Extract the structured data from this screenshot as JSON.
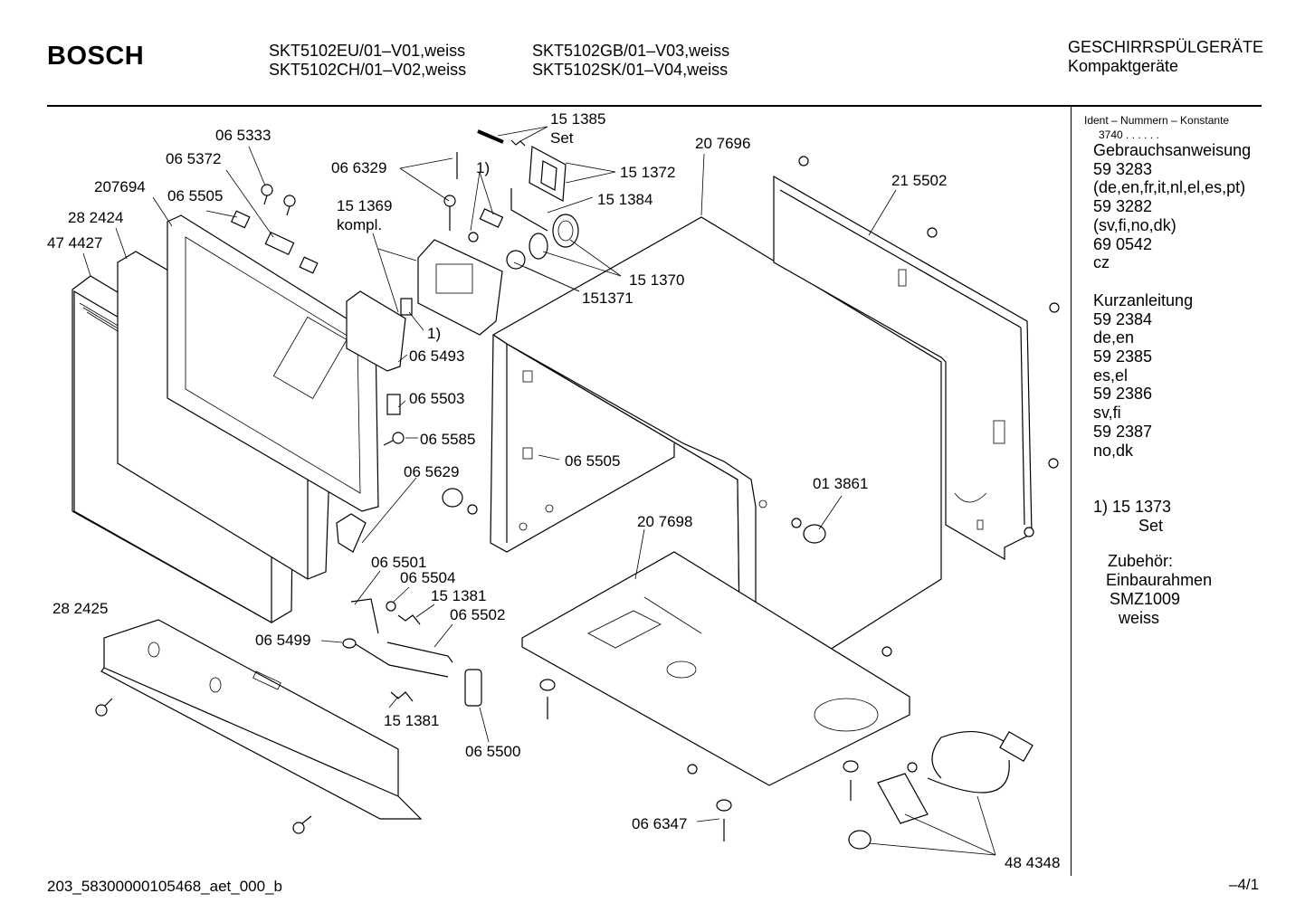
{
  "header": {
    "brand": "BOSCH",
    "models_col1": [
      "SKT5102EU/01–V01,weiss",
      "SKT5102CH/01–V02,weiss"
    ],
    "models_col2": [
      "SKT5102GB/01–V03,weiss",
      "SKT5102SK/01–V04,weiss"
    ],
    "category": [
      "GESCHIRRSPÜLGERÄTE",
      "Kompaktgeräte"
    ]
  },
  "sidebar": {
    "header": "Ident – Nummern – Konstante",
    "constant": "3740 . . . . . .",
    "manual_lines": [
      "Gebrauchsanweisung",
      "59 3283",
      "(de,en,fr,it,nl,el,es,pt)",
      "59 3282",
      "(sv,fi,no,dk)",
      "69 0542",
      "cz"
    ],
    "short_lines": [
      "Kurzanleitung",
      "59 2384",
      "de,en",
      "59 2385",
      "es,el",
      "59 2386",
      "sv,fi",
      "59 2387",
      "no,dk"
    ],
    "note_lines": [
      "1) 15 1373",
      "Set"
    ],
    "accessory_lines": [
      "Zubehör:",
      "Einbaurahmen",
      "SMZ1009",
      "weiss"
    ]
  },
  "callouts": [
    {
      "id": "c-151385",
      "text": "15 1385"
    },
    {
      "id": "c-set",
      "text": "Set"
    },
    {
      "id": "c-207696",
      "text": "20 7696"
    },
    {
      "id": "c-065333",
      "text": "06 5333"
    },
    {
      "id": "c-065372",
      "text": "06 5372"
    },
    {
      "id": "c-066329",
      "text": "06 6329"
    },
    {
      "id": "c-note1a",
      "text": "1)"
    },
    {
      "id": "c-151372",
      "text": "15 1372"
    },
    {
      "id": "c-215502",
      "text": "21 5502"
    },
    {
      "id": "c-207694",
      "text": "207694"
    },
    {
      "id": "c-065505a",
      "text": "06 5505"
    },
    {
      "id": "c-151384",
      "text": "15 1384"
    },
    {
      "id": "c-282424",
      "text": "28 2424"
    },
    {
      "id": "c-151369",
      "text": "15 1369"
    },
    {
      "id": "c-kompl",
      "text": "kompl."
    },
    {
      "id": "c-474427",
      "text": "47 4427"
    },
    {
      "id": "c-151370",
      "text": "15 1370"
    },
    {
      "id": "c-151371",
      "text": "151371"
    },
    {
      "id": "c-note1b",
      "text": "1)"
    },
    {
      "id": "c-065493",
      "text": "06 5493"
    },
    {
      "id": "c-065503",
      "text": "06 5503"
    },
    {
      "id": "c-065585",
      "text": "06 5585"
    },
    {
      "id": "c-065505b",
      "text": "06 5505"
    },
    {
      "id": "c-065629",
      "text": "06 5629"
    },
    {
      "id": "c-013861",
      "text": "01 3861"
    },
    {
      "id": "c-207698",
      "text": "20 7698"
    },
    {
      "id": "c-065501",
      "text": "06 5501"
    },
    {
      "id": "c-065504",
      "text": "06 5504"
    },
    {
      "id": "c-151381a",
      "text": "15 1381"
    },
    {
      "id": "c-282425",
      "text": "28 2425"
    },
    {
      "id": "c-065502",
      "text": "06 5502"
    },
    {
      "id": "c-065499",
      "text": "06 5499"
    },
    {
      "id": "c-151381b",
      "text": "15 1381"
    },
    {
      "id": "c-065500",
      "text": "06 5500"
    },
    {
      "id": "c-066347",
      "text": "06 6347"
    },
    {
      "id": "c-484348",
      "text": "48 4348"
    }
  ],
  "footer": {
    "doc_id": "203_58300000105468_aet_000_b",
    "page": "–4/1"
  }
}
